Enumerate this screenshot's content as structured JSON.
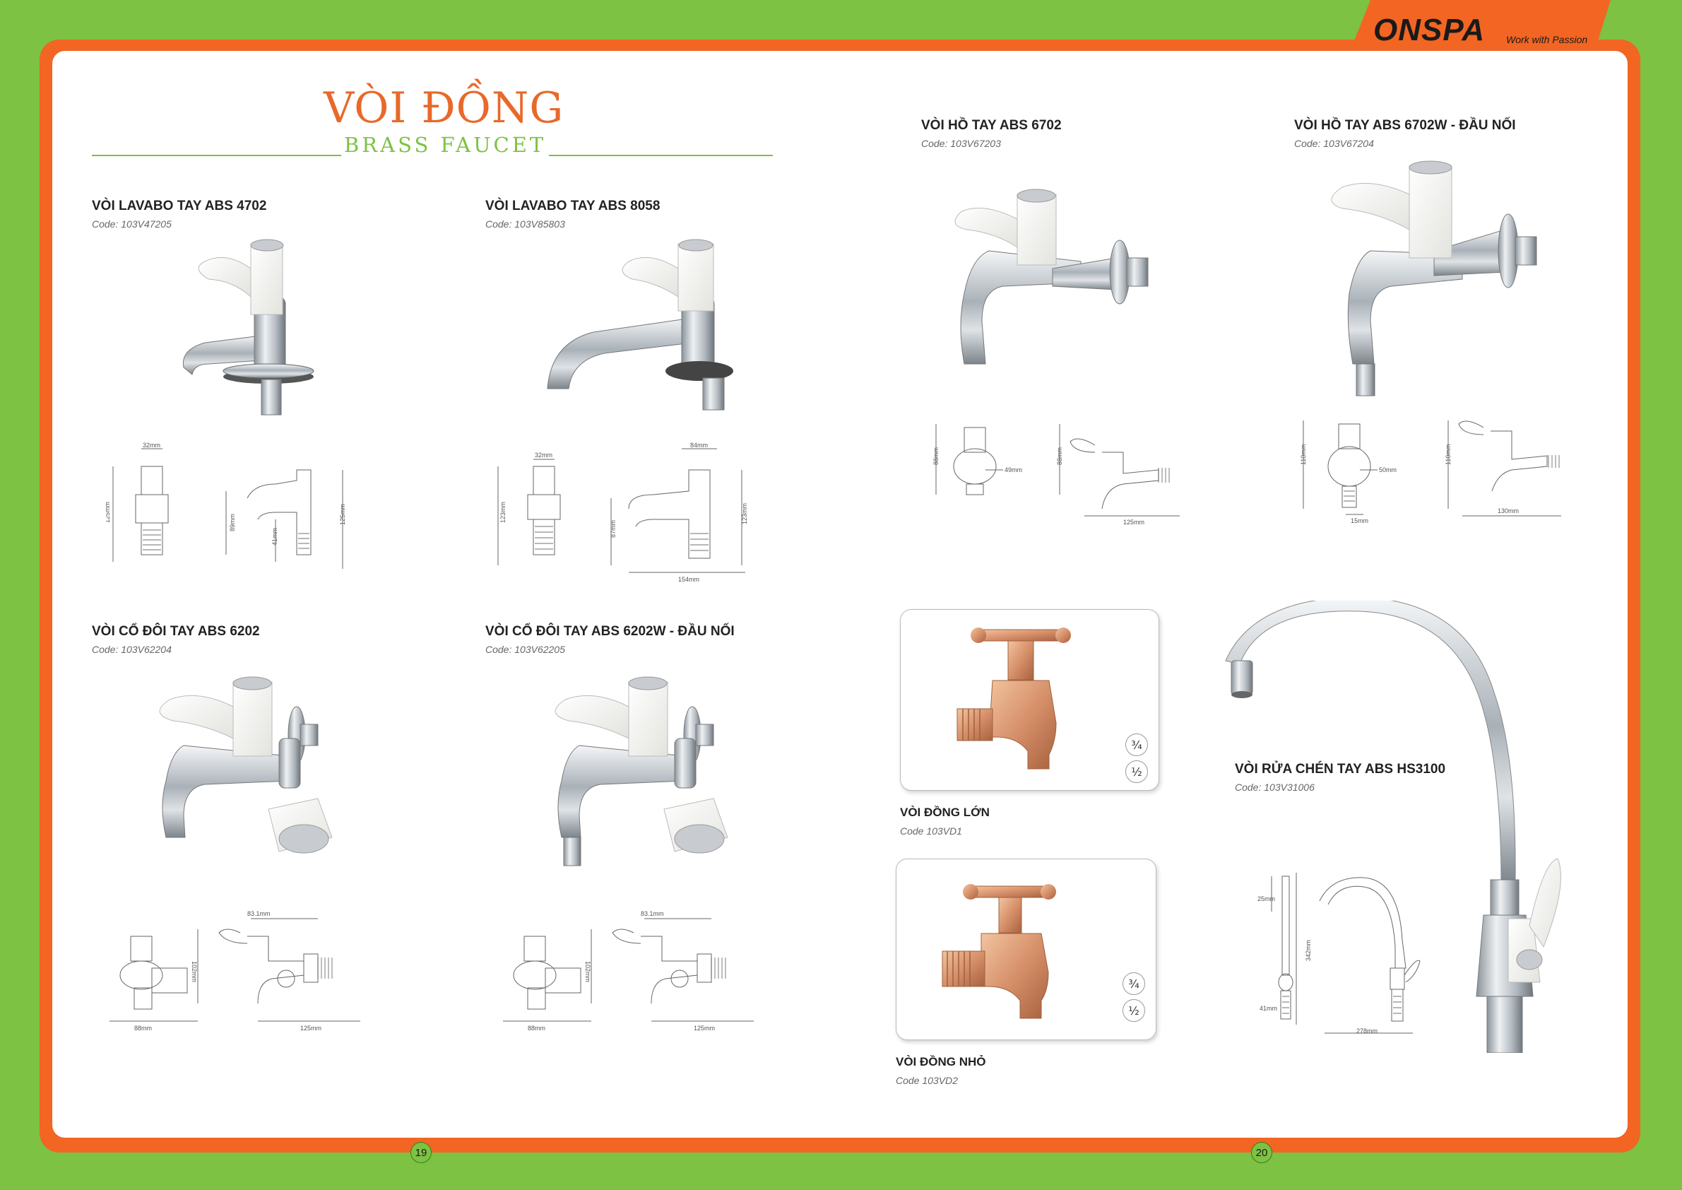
{
  "brand": {
    "name": "ONSPA",
    "tagline": "Work with Passion"
  },
  "header": {
    "title": "VÒI ĐỒNG",
    "subtitle": "BRASS FAUCET"
  },
  "products": [
    {
      "title": "VÒI LAVABO TAY ABS 4702",
      "code": "Code: 103V47205"
    },
    {
      "title": "VÒI LAVABO TAY ABS 8058",
      "code": "Code: 103V85803"
    },
    {
      "title": "VÒI HỒ TAY ABS 6702",
      "code": "Code: 103V67203"
    },
    {
      "title": "VÒI HỒ TAY ABS 6702W - ĐẦU NỐI",
      "code": "Code: 103V67204"
    },
    {
      "title": "VÒI CỔ ĐÔI TAY ABS 6202",
      "code": "Code: 103V62204"
    },
    {
      "title": "VÒI CỔ ĐÔI TAY ABS 6202W - ĐẦU NỐI",
      "code": "Code: 103V62205"
    },
    {
      "title": "VÒI ĐỒNG LỚN",
      "code": "Code 103VD1"
    },
    {
      "title": "VÒI ĐỒNG NHỎ",
      "code": "Code 103VD2"
    },
    {
      "title": "VÒI RỬA CHÉN TAY ABS HS3100",
      "code": "Code: 103V31006"
    }
  ],
  "sizes": [
    "¾",
    "½"
  ],
  "dimensions": {
    "p1": [
      "32mm",
      "125mm",
      "89mm",
      "41mm",
      "125mm"
    ],
    "p2": [
      "32mm",
      "84mm",
      "123mm",
      "87mm",
      "123mm",
      "154mm"
    ],
    "p3": [
      "88mm",
      "49mm",
      "88mm",
      "125mm"
    ],
    "p4": [
      "110mm",
      "50mm",
      "15mm",
      "110mm",
      "130mm"
    ],
    "p5": [
      "83.1mm",
      "102mm",
      "88mm",
      "125mm"
    ],
    "p6": [
      "83.1mm",
      "102mm",
      "88mm",
      "125mm"
    ],
    "p9": [
      "25mm",
      "342mm",
      "41mm",
      "278mm"
    ]
  },
  "page_numbers": [
    "19",
    "20"
  ]
}
